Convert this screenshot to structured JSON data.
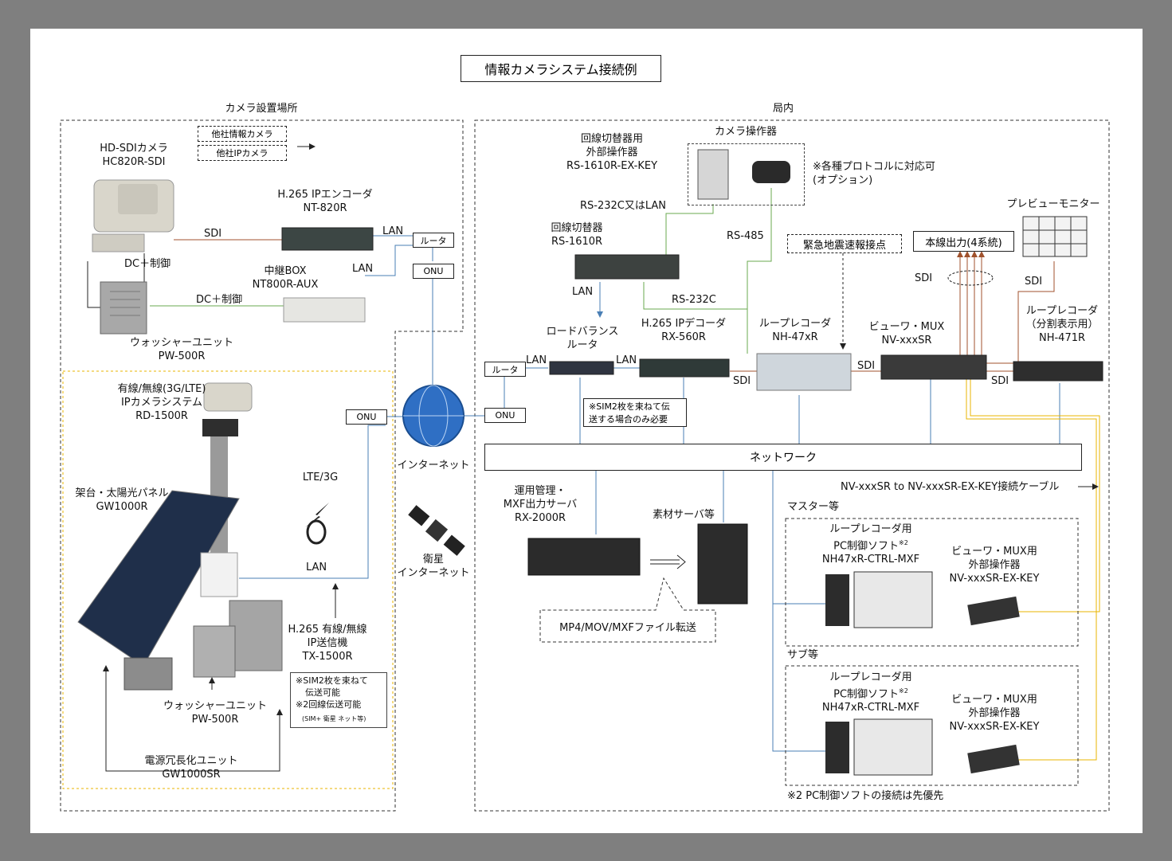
{
  "title": "情報カメラシステム接続例",
  "zones": {
    "site": "カメラ設置場所",
    "station": "局内"
  },
  "other_cams": [
    "他社情報カメラ",
    "他社IPカメラ"
  ],
  "sdi_camera": {
    "line1": "HD-SDIカメラ",
    "line2": "HC820R-SDI"
  },
  "encoder": {
    "line1": "H.265 IPエンコーダ",
    "line2": "NT-820R"
  },
  "relay_box": {
    "line1": "中継BOX",
    "line2": "NT800R-AUX"
  },
  "washer1": {
    "line1": "ウォッシャーユニット",
    "line2": "PW-500R"
  },
  "rd_system": {
    "line1": "有線/無線(3G/LTE)",
    "line2": "IPカメラシステム",
    "line3": "RD-1500R"
  },
  "solar": {
    "line1": "架台・太陽光パネル",
    "line2": "GW1000R"
  },
  "tx": {
    "line1": "H.265 有線/無線",
    "line2": "IP送信機",
    "line3": "TX-1500R"
  },
  "tx_note": [
    "※SIM2枚を束ねて",
    "伝送可能",
    "※2回線伝送可能",
    "(SIM+ 衛星 ネット等)"
  ],
  "washer2": {
    "line1": "ウォッシャーユニット",
    "line2": "PW-500R"
  },
  "power": {
    "line1": "電源冗長化ユニット",
    "line2": "GW1000SR"
  },
  "lte": "LTE/3G",
  "internet": "インターネット",
  "satellite": {
    "line1": "衛星",
    "line2": "インターネット"
  },
  "router": "ルータ",
  "onu": "ONU",
  "lan": "LAN",
  "sdi": "SDI",
  "dc_ctrl": "DC＋制御",
  "ext_ctrl": {
    "line1": "回線切替器用",
    "line2": "外部操作器",
    "line3": "RS-1610R-EX-KEY"
  },
  "cam_ctrl": "カメラ操作器",
  "protocol_note": {
    "line1": "※各種プロトコルに対応可",
    "line2": "(オプション)"
  },
  "rs232_or_lan": "RS-232C又はLAN",
  "rs485": "RS-485",
  "rs232c": "RS-232C",
  "switcher": {
    "line1": "回線切替器",
    "line2": "RS-1610R"
  },
  "eew": "緊急地震速報接点",
  "main_out": "本線出力(4系統)",
  "preview": "プレビューモニター",
  "lb_router": {
    "line1": "ロードバランス",
    "line2": "ルータ"
  },
  "lb_note": {
    "line1": "※SIM2枚を束ねて伝",
    "line2": "送する場合のみ必要"
  },
  "decoder": {
    "line1": "H.265 IPデコーダ",
    "line2": "RX-560R"
  },
  "loop_rec": {
    "line1": "ループレコーダ",
    "line2": "NH-47xR"
  },
  "viewer_mux": {
    "line1": "ビューワ・MUX",
    "line2": "NV-xxxSR"
  },
  "loop_rec_split": {
    "line1": "ループレコーダ",
    "line2": "（分割表示用）",
    "line3": "NH-471R"
  },
  "network": "ネットワーク",
  "cable_note": "NV-xxxSR to NV-xxxSR-EX-KEY接続ケーブル",
  "ops_server": {
    "line1": "運用管理・",
    "line2": "MXF出力サーバ",
    "line3": "RX-2000R"
  },
  "material_server": "素材サーバ等",
  "file_transfer": "MP4/MOV/MXFファイル転送",
  "master": "マスター等",
  "sub": "サブ等",
  "pc_soft": {
    "line1": "ループレコーダ用",
    "line2": "PC制御ソフト",
    "sup": "※2",
    "line3": "NH47xR-CTRL-MXF"
  },
  "mux_ctrl": {
    "line1": "ビューワ・MUX用",
    "line2": "外部操作器",
    "line3": "NV-xxxSR-EX-KEY"
  },
  "pc_note": "※2 PC制御ソフトの接続は先優先",
  "colors": {
    "border": "#7f7f7f",
    "lan_line": "#4a7fb5",
    "sdi_line": "#a0522d",
    "ctrl_line": "#6aa84f",
    "yellow_line": "#e8b400",
    "dash_zone": "#333333"
  }
}
